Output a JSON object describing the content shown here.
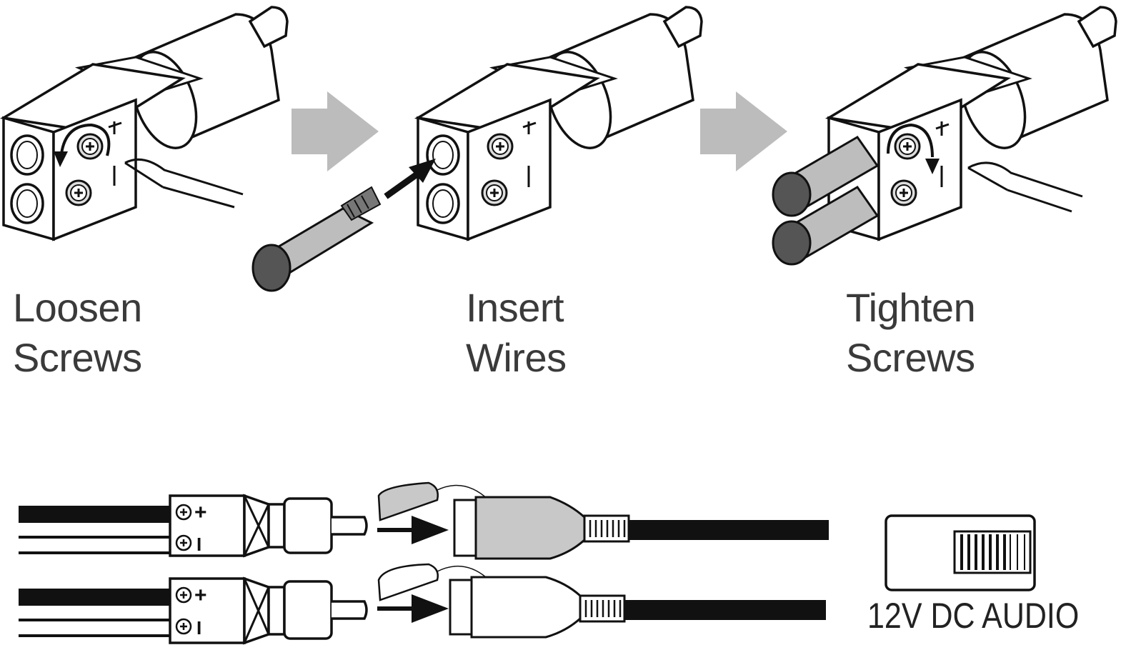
{
  "steps": [
    {
      "line1": "Loosen",
      "line2": "Screws"
    },
    {
      "line1": "Insert",
      "line2": "Wires"
    },
    {
      "line1": "Tighten",
      "line2": "Screws"
    }
  ],
  "terminal_marks": {
    "plus": "+",
    "minus": "I"
  },
  "panel": {
    "label": "12V DC AUDIO"
  },
  "colors": {
    "arrow_gray": "#bcbcbc",
    "plug_gray": "#c8c8c8",
    "wire_end": "#4a4a4a",
    "line": "#111111"
  }
}
